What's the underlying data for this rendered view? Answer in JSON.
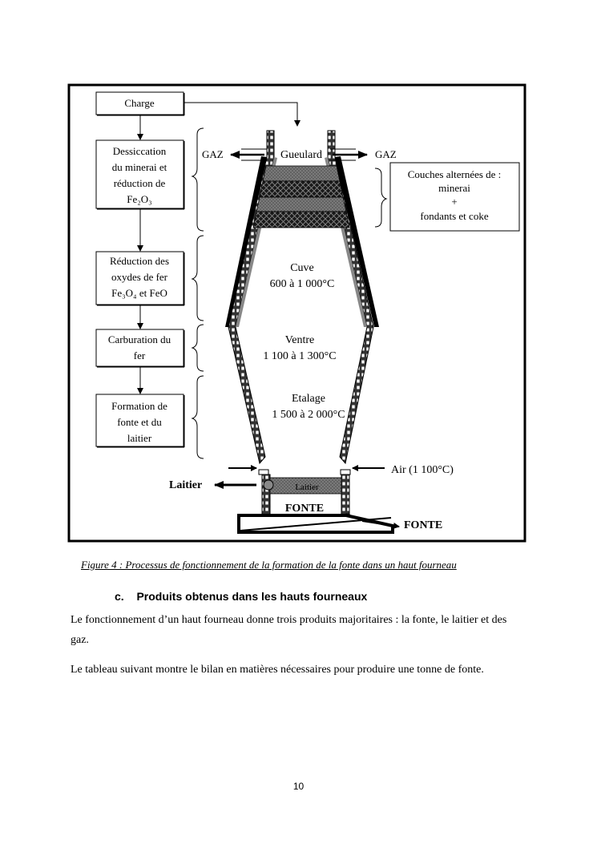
{
  "figure": {
    "steps": [
      {
        "lines": [
          "Charge"
        ]
      },
      {
        "lines": [
          "Dessiccation",
          "du minerai et",
          "réduction de",
          "Fe₂O₃"
        ]
      },
      {
        "lines": [
          "Réduction des",
          "oxydes de fer",
          "Fe₃O₄ et FeO"
        ]
      },
      {
        "lines": [
          "Carburation du",
          "fer"
        ]
      },
      {
        "lines": [
          "Formation de",
          "fonte et du",
          "laitier"
        ]
      }
    ],
    "gaz_left": "GAZ",
    "gaz_right": "GAZ",
    "gueulard": "Gueulard",
    "layers_note": [
      "Couches alternées de :",
      "minerai",
      "+",
      "fondants et coke"
    ],
    "zones": [
      {
        "name": "Cuve",
        "temp": "600 à 1 000°C"
      },
      {
        "name": "Ventre",
        "temp": "1 100 à 1 300°C"
      },
      {
        "name": "Etalage",
        "temp": "1 500 à 2 000°C"
      }
    ],
    "air": "Air (1 100°C)",
    "laitier_out": "Laitier",
    "laitier_inside": "Laitier",
    "fonte_inside": "FONTE",
    "fonte_out": "FONTE"
  },
  "caption": "Figure 4 : Processus de fonctionnement de la formation de la fonte dans un haut fourneau",
  "section": {
    "label": "c.",
    "title": "Produits obtenus dans les hauts fourneaux"
  },
  "paragraphs": [
    "Le fonctionnement d’un haut fourneau donne trois produits majoritaires : la fonte, le laitier et des gaz.",
    "Le tableau suivant montre le bilan en matières nécessaires pour produire une tonne de fonte."
  ],
  "page_number": "10"
}
